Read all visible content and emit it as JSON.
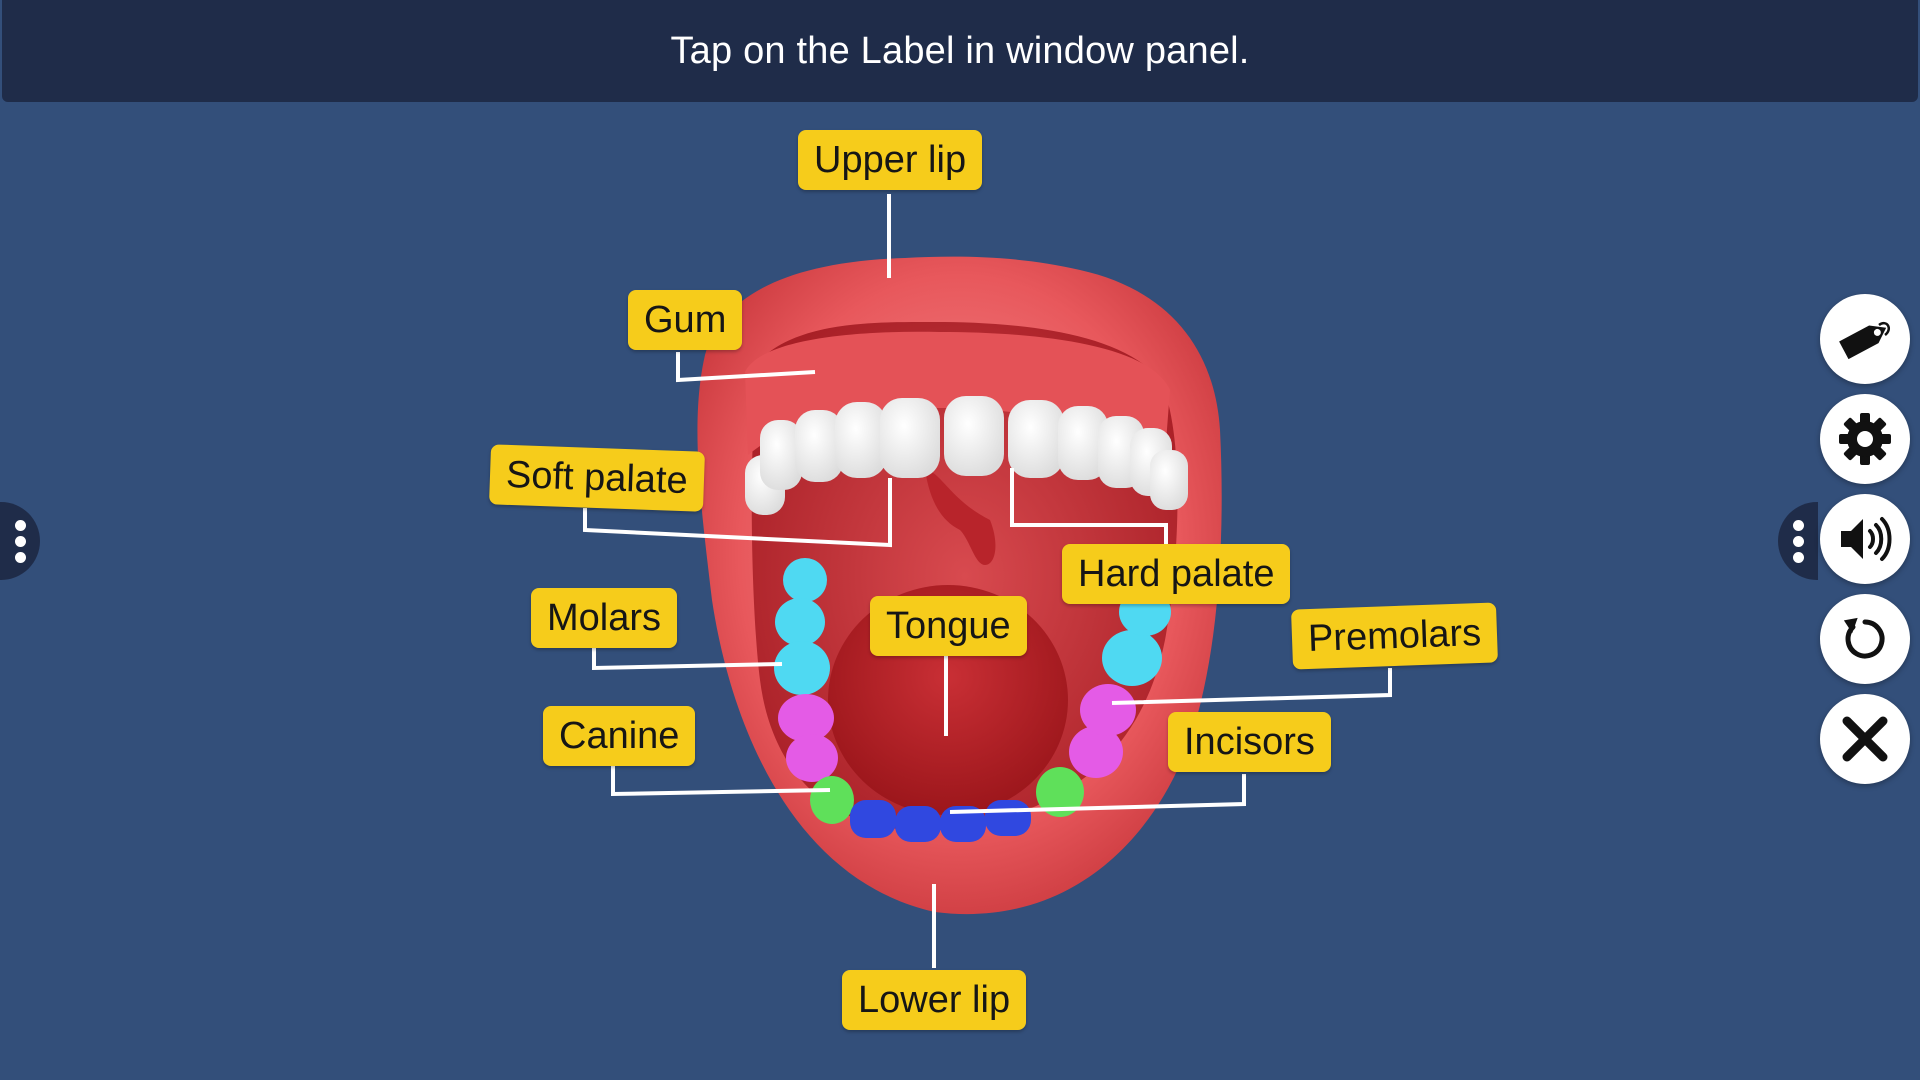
{
  "header": {
    "instruction": "Tap on the Label in window panel."
  },
  "labels": {
    "upper_lip": "Upper lip",
    "gum": "Gum",
    "soft_palate": "Soft palate",
    "hard_palate": "Hard palate",
    "molars": "Molars",
    "tongue": "Tongue",
    "premolars": "Premolars",
    "canine": "Canine",
    "incisors": "Incisors",
    "lower_lip": "Lower lip"
  },
  "toolbar": {
    "buttons": [
      "tag-icon",
      "gear-icon",
      "speaker-icon",
      "reset-icon",
      "close-icon"
    ]
  },
  "colors": {
    "background": "#334f7a",
    "header": "#1f2c49",
    "label": "#f6cc1b",
    "lip": "#e8585c",
    "molars": "#4fd9f2",
    "premolars": "#e45be6",
    "canine": "#5fe05a",
    "incisors": "#3048e0"
  }
}
